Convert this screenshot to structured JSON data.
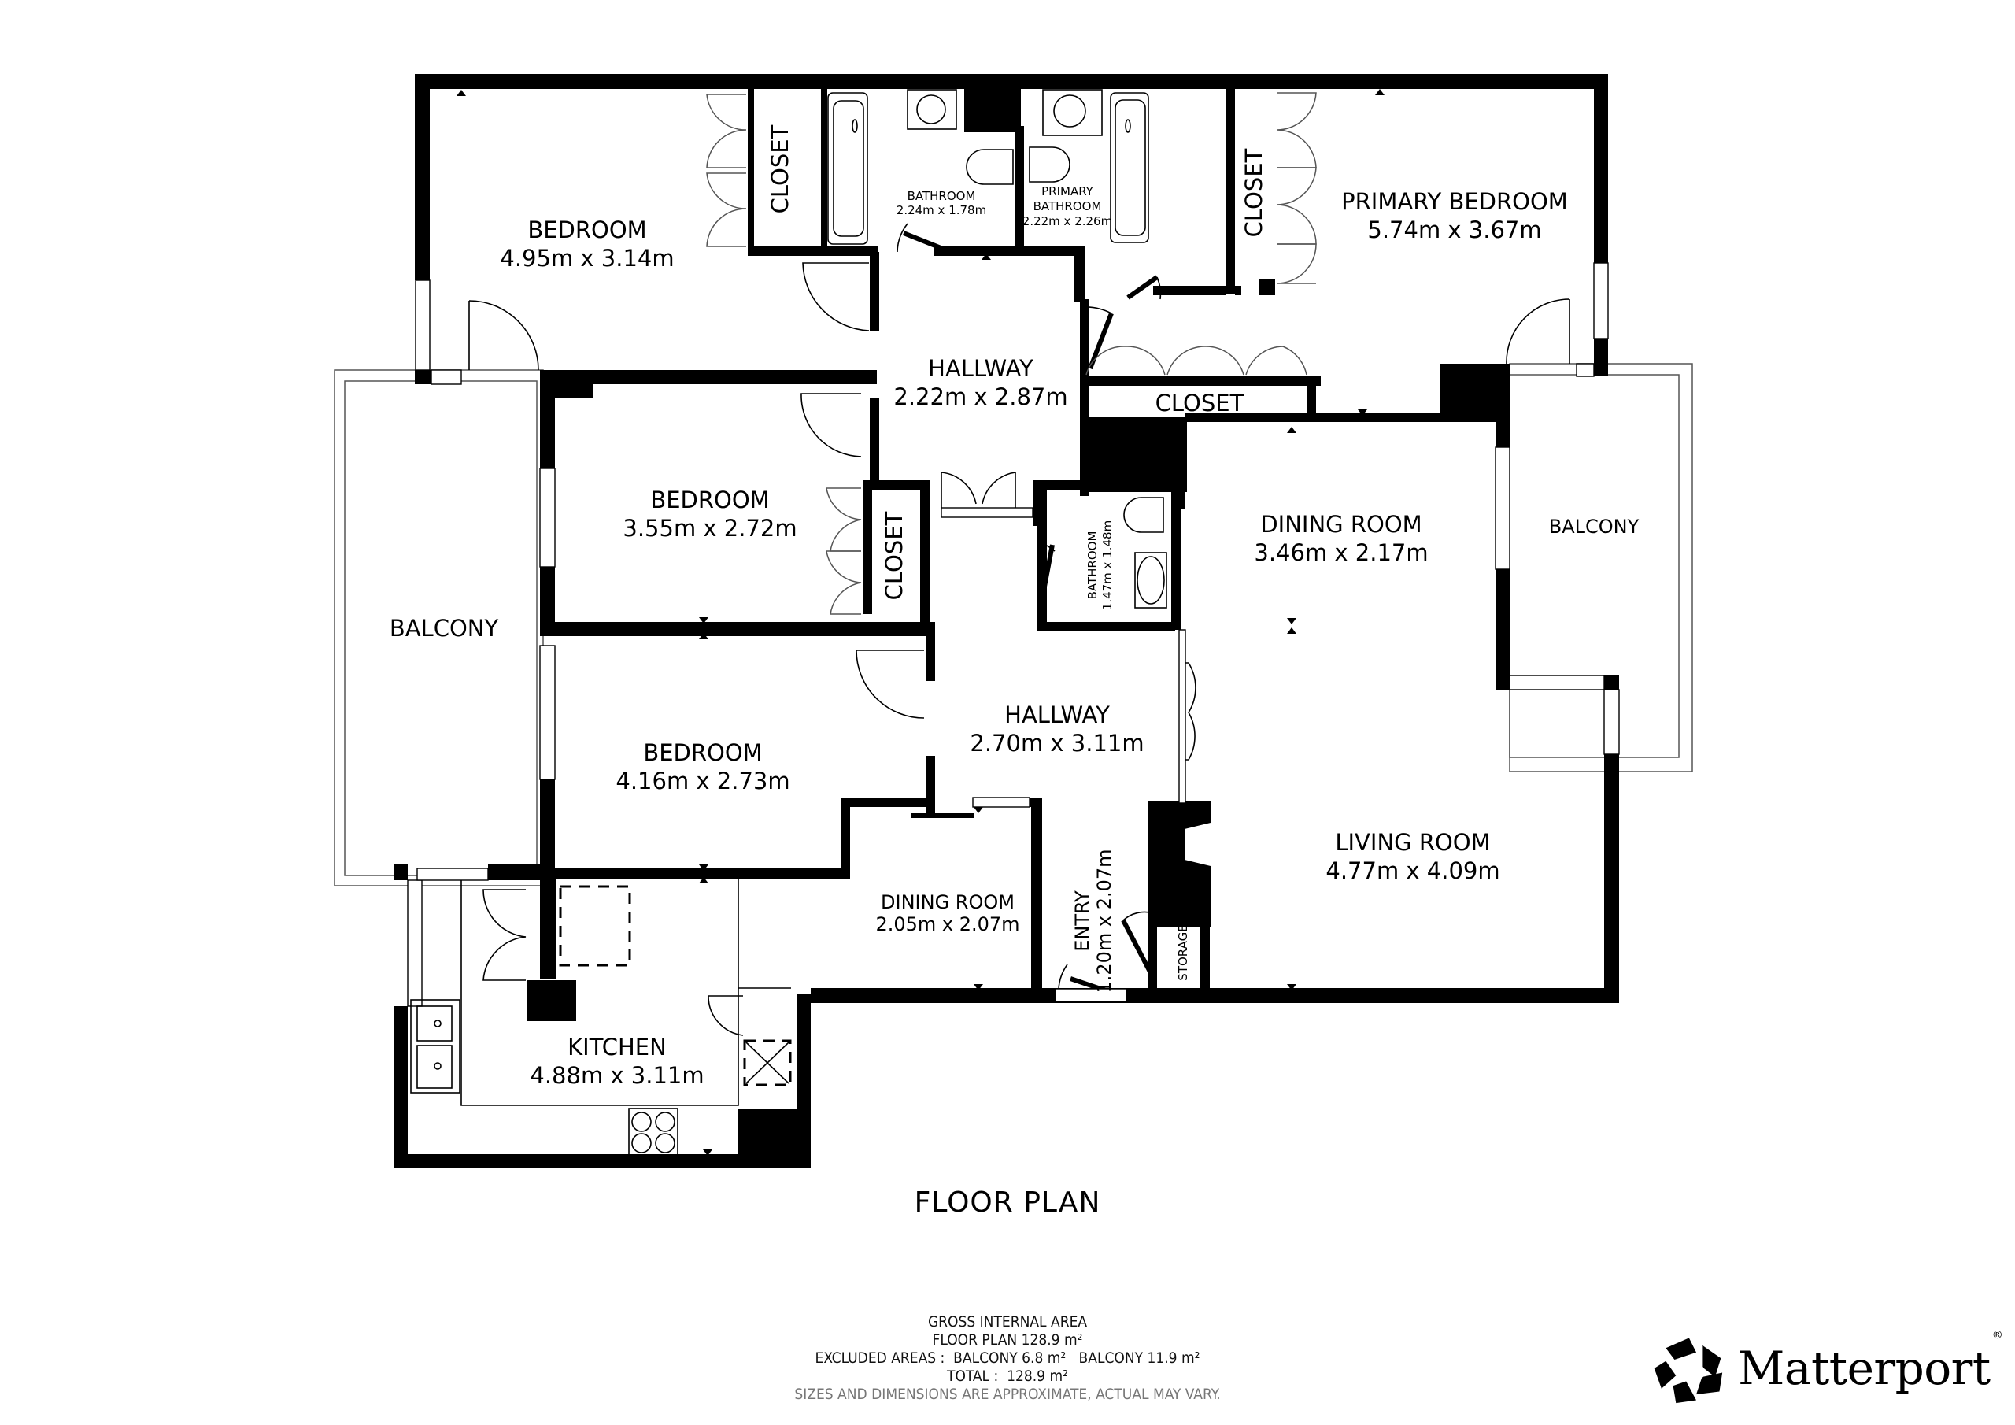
{
  "plan": {
    "title": "FLOOR PLAN",
    "rooms": [
      {
        "name": "BEDROOM",
        "dims": "4.95m x 3.14m"
      },
      {
        "name": "CLOSET",
        "dims": ""
      },
      {
        "name": "BATHROOM",
        "dims": "2.24m x 1.78m"
      },
      {
        "name": "PRIMARY BATHROOM",
        "name_line1": "PRIMARY",
        "name_line2": "BATHROOM",
        "dims": "2.22m x 2.26m"
      },
      {
        "name": "CLOSET",
        "dims": ""
      },
      {
        "name": "PRIMARY BEDROOM",
        "dims": "5.74m x 3.67m"
      },
      {
        "name": "HALLWAY",
        "dims": "2.22m x 2.87m"
      },
      {
        "name": "CLOSET",
        "dims": ""
      },
      {
        "name": "BEDROOM",
        "dims": "3.55m x 2.72m"
      },
      {
        "name": "CLOSET",
        "dims": ""
      },
      {
        "name": "BATHROOM",
        "dims": "1.47m x 1.48m"
      },
      {
        "name": "DINING ROOM",
        "dims": "3.46m x 2.17m"
      },
      {
        "name": "BALCONY",
        "dims": ""
      },
      {
        "name": "BALCONY",
        "dims": ""
      },
      {
        "name": "BEDROOM",
        "dims": "4.16m x 2.73m"
      },
      {
        "name": "HALLWAY",
        "dims": "2.70m x 3.11m"
      },
      {
        "name": "LIVING ROOM",
        "dims": "4.77m x 4.09m"
      },
      {
        "name": "DINING ROOM",
        "dims": "2.05m x 2.07m"
      },
      {
        "name": "ENTRY",
        "dims": "1.20m x 2.07m"
      },
      {
        "name": "STORAGE",
        "dims": ""
      },
      {
        "name": "KITCHEN",
        "dims": "4.88m x 3.11m"
      }
    ]
  },
  "area_summary": {
    "heading": "GROSS INTERNAL AREA",
    "floor_plan": "FLOOR PLAN 128.9 m²",
    "excluded": "EXCLUDED AREAS :  BALCONY 6.8 m²   BALCONY 11.9 m²",
    "total": "TOTAL :  128.9 m²",
    "disclaimer": "SIZES AND DIMENSIONS ARE APPROXIMATE, ACTUAL MAY VARY."
  },
  "brand": {
    "name": "Matterport",
    "registered": "®",
    "icon": "matterport-logo-icon"
  },
  "colors": {
    "wall": "#000000",
    "background": "#ffffff",
    "disclaimer": "#777777"
  }
}
